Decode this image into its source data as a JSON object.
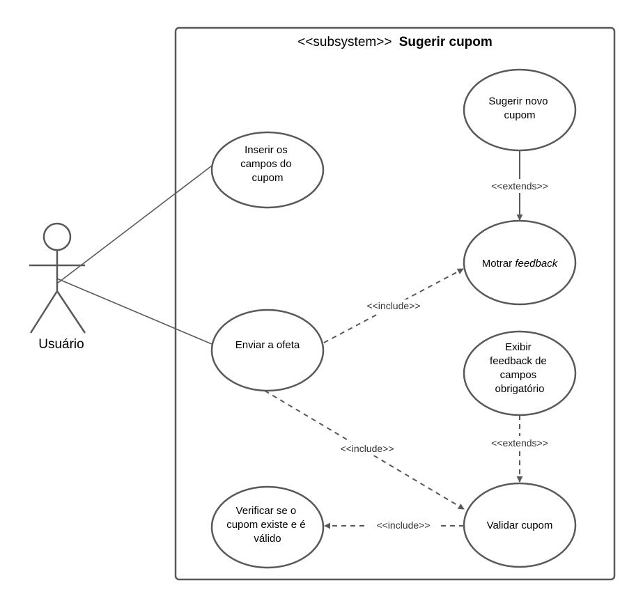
{
  "subsystem": {
    "stereotype": "<<subsystem>>",
    "name": "Sugerir cupom"
  },
  "actor": {
    "name": "Usuário"
  },
  "use_cases": {
    "inserir": {
      "lines": [
        "Inserir os",
        "campos do",
        "cupom"
      ]
    },
    "enviar": {
      "lines": [
        "Enviar a ofeta"
      ]
    },
    "verificar": {
      "lines": [
        "Verificar se o",
        "cupom existe e é",
        "válido"
      ]
    },
    "sugerir": {
      "lines": [
        "Sugerir novo",
        "cupom"
      ]
    },
    "mostrar": {
      "prefix": "Motrar ",
      "emphasis": "feedback"
    },
    "exibir": {
      "lines": [
        "Exibir",
        "feedback de",
        "campos",
        "obrigatório"
      ]
    },
    "validar": {
      "lines": [
        "Validar cupom"
      ]
    }
  },
  "relations": {
    "extends_1": "<<extends>>",
    "include_1": "<<include>>",
    "include_2": "<<include>>",
    "extends_2": "<<extends>>",
    "include_3": "<<include>>"
  },
  "colors": {
    "stroke": "#595959",
    "text": "#000000"
  }
}
